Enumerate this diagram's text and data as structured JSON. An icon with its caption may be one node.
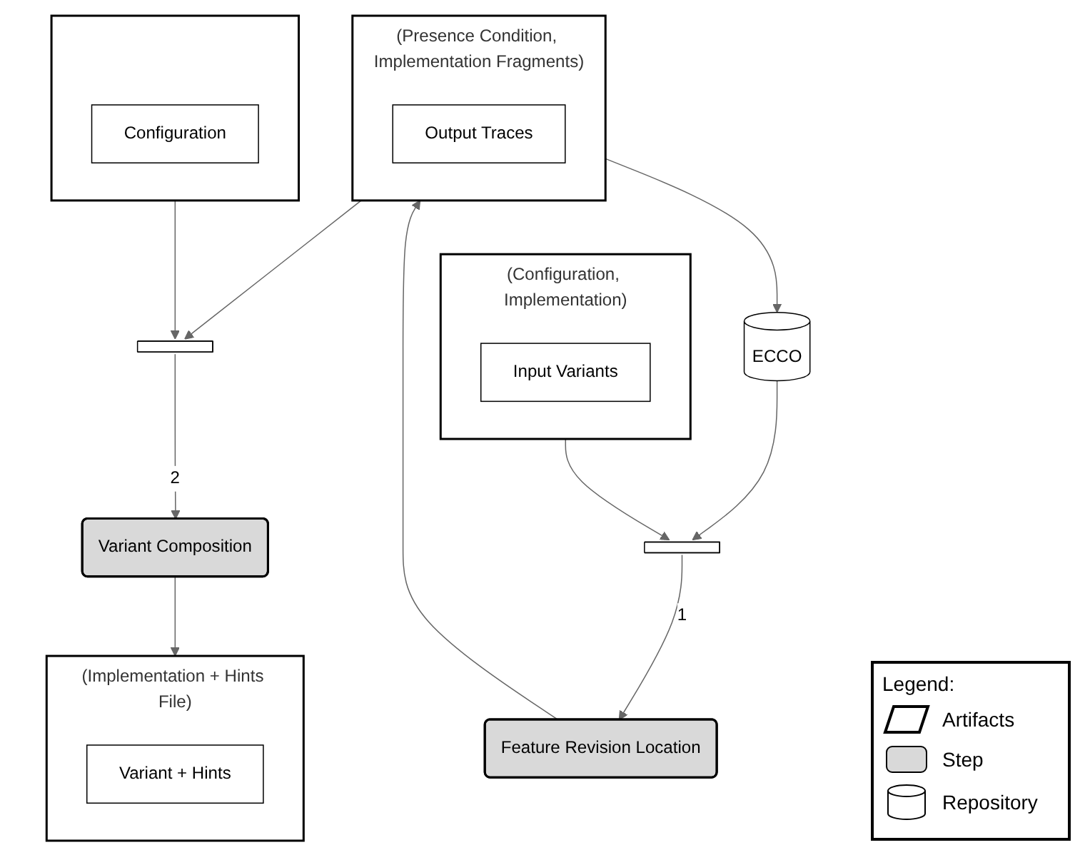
{
  "diagram": {
    "nodes": [
      {
        "text": [
          "(Configuration, Implementation)"
        ]
      },
      {
        "text": [
          "Input Variants"
        ],
        "in": 0
      },
      {
        "text": [],
        "shape": "bar"
      },
      {
        "text": [
          "Feature Revision Location"
        ]
      },
      {
        "text": [
          "ECCO"
        ]
      },
      {
        "text": [
          "(Presence Condition, Implementation Fragments)"
        ]
      },
      {
        "text": [
          "Output Traces"
        ],
        "in": 5
      },
      {
        "text": [
          "Variant Composition"
        ]
      },
      {
        "text": [],
        "shape": "bar"
      },
      {
        "text": [],
        "shape": "parallelogram"
      },
      {
        "text": [
          "Configuration"
        ],
        "in": 9
      },
      {
        "text": [
          "(Implementation + Hints File)"
        ]
      },
      {
        "text": [
          "Variant + Hints"
        ],
        "in": 11
      }
    ],
    "edges": [
      {
        "from": 0,
        "to": 2,
        "arrow": "to"
      },
      {
        "from": 4,
        "to": 2,
        "arrow": "to"
      },
      {
        "from": 2,
        "to": 3,
        "arrow": "to",
        "label": "1"
      },
      {
        "from": 3,
        "to": 5,
        "arrow": "to"
      },
      {
        "from": 5,
        "to": 4,
        "arrow": "to"
      },
      {
        "from": 5,
        "to": 8,
        "arrow": "to"
      },
      {
        "from": 9,
        "to": 8,
        "arrow": "to"
      },
      {
        "from": 8,
        "to": 7,
        "arrow": "to",
        "label": "2"
      },
      {
        "from": 7,
        "to": 11,
        "arrow": "to"
      }
    ],
    "labels": [
      "Legend:"
    ],
    "legend": [
      {
        "text": "Artifacts"
      },
      {
        "text": "Step"
      },
      {
        "text": "Repository"
      }
    ]
  }
}
